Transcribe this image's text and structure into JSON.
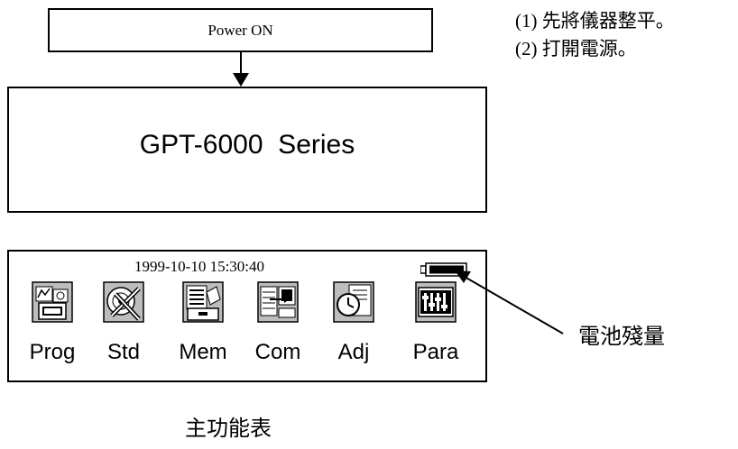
{
  "power_box": {
    "label": "Power ON"
  },
  "device_box": {
    "title": "GPT-6000  Series"
  },
  "steps": [
    "(1)  先將儀器整平。",
    "(2)  打開電源。"
  ],
  "screen": {
    "datetime": "1999-10-10 15:30:40",
    "menu_items": [
      {
        "label": "Prog",
        "icon": "program-icon"
      },
      {
        "label": "Std",
        "icon": "standard-icon"
      },
      {
        "label": "Mem",
        "icon": "memory-icon"
      },
      {
        "label": "Com",
        "icon": "communication-icon"
      },
      {
        "label": "Adj",
        "icon": "adjust-icon"
      },
      {
        "label": "Para",
        "icon": "parameter-icon"
      }
    ]
  },
  "battery_callout": {
    "label": "電池殘量"
  },
  "caption": "主功能表"
}
